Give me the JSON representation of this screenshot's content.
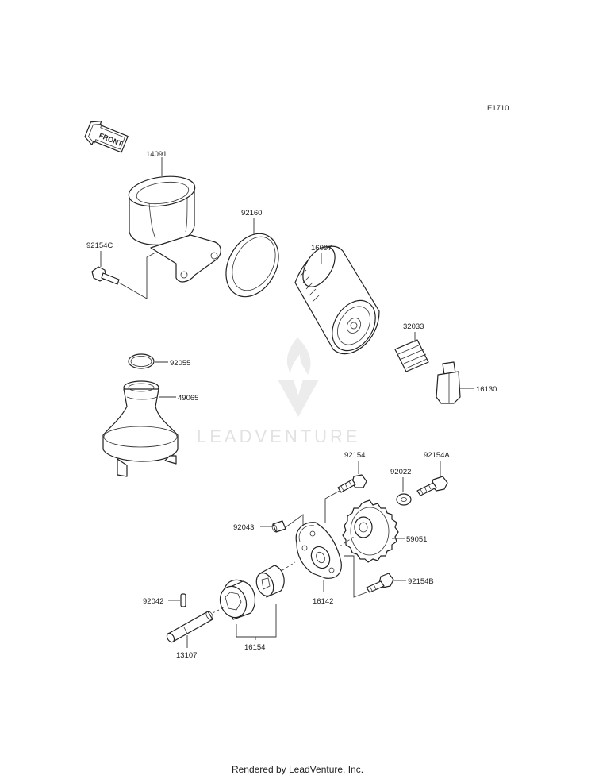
{
  "diagram": {
    "code": "E1710",
    "front_arrow_label": "FRONT",
    "watermark_text": "LEADVENTURE",
    "part_numbers": {
      "p14091": "14091",
      "p92154C": "92154C",
      "p92160": "92160",
      "p16097": "16097",
      "p32033": "32033",
      "p16130": "16130",
      "p92055": "92055",
      "p49065": "49065",
      "p92154": "92154",
      "p92154A": "92154A",
      "p92022": "92022",
      "p92043": "92043",
      "p59051": "59051",
      "p92154B": "92154B",
      "p16142": "16142",
      "p92042": "92042",
      "p13107": "13107",
      "p16154": "16154"
    }
  },
  "footer": {
    "text": "Rendered by LeadVenture, Inc."
  },
  "colors": {
    "line": "#222222",
    "watermark": "#e2e2e2"
  }
}
